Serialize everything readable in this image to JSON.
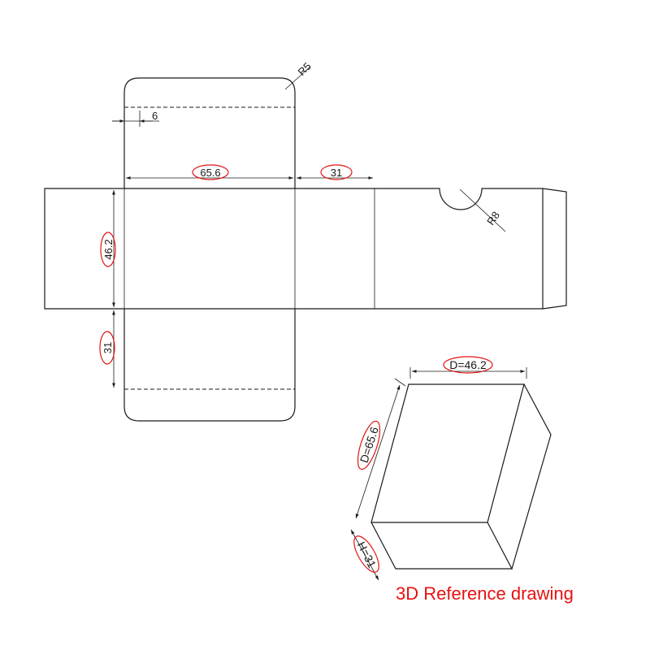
{
  "dimensions": {
    "radius_top": "R5",
    "glue_flap_width": "6",
    "length": "65.6",
    "side_width": "31",
    "thumb_notch_radius": "R8",
    "height_left": "46.2",
    "depth_left": "31"
  },
  "reference_3d": {
    "depth_top": "D=46.2",
    "depth_side": "D=65.6",
    "height": "H=31"
  },
  "caption": "3D Reference drawing",
  "colors": {
    "annotation": "#e01515",
    "caption": "#e8110f",
    "line": "#1a1a1a"
  }
}
